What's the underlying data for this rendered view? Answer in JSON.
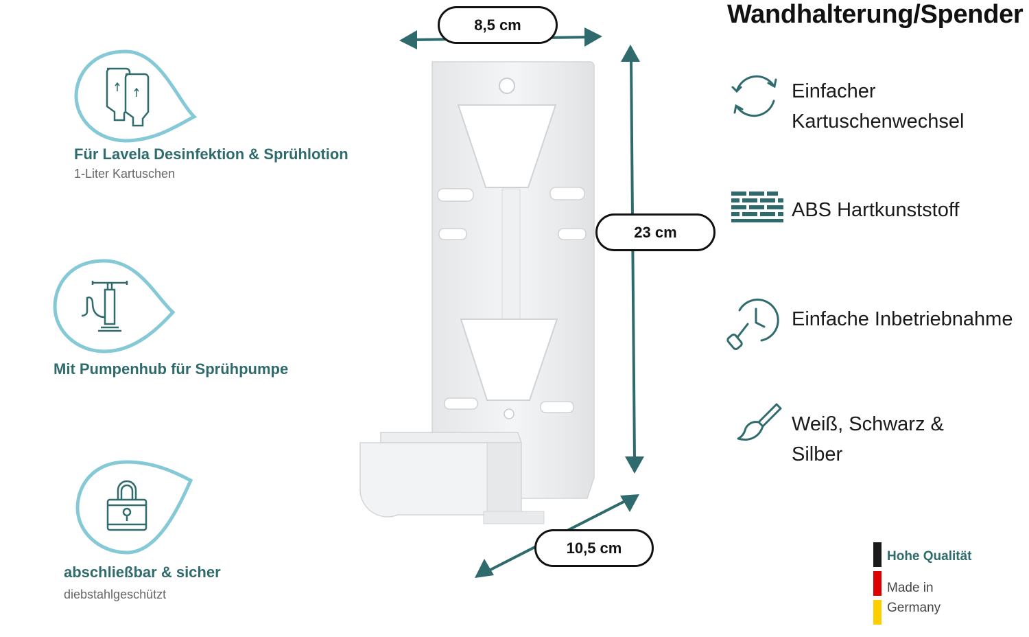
{
  "title": "Wandhalterung/Spender",
  "left_features": [
    {
      "title": "Für Lavela Desinfektion & Sprühlotion",
      "subtitle": "1-Liter Kartuschen",
      "icon": "cartridges-icon"
    },
    {
      "title": "Mit Pumpenhub für Sprühpumpe",
      "subtitle": "",
      "icon": "pump-icon"
    },
    {
      "title": "abschließbar & sicher",
      "subtitle": "diebstahlgeschützt",
      "icon": "padlock-icon"
    }
  ],
  "dimensions": {
    "width": "8,5 cm",
    "height": "23 cm",
    "depth": "10,5 cm"
  },
  "right_features": [
    {
      "line1": "Einfacher",
      "line2": "Kartuschenwechsel",
      "icon": "refresh-icon"
    },
    {
      "line1": "ABS Hartkunststoff",
      "line2": "",
      "icon": "brick-wall-icon"
    },
    {
      "line1": "Einfache Inbetriebnahme",
      "line2": "",
      "icon": "clock-screwdriver-icon"
    },
    {
      "line1": "Weiß, Schwarz &",
      "line2": "Silber",
      "icon": "paintbrush-icon"
    }
  ],
  "badge": {
    "quality": "Hohe Qualität",
    "made_line1": "Made in",
    "made_line2": "Germany"
  },
  "colors": {
    "teal": "#2f6b6d",
    "light_blue": "#86c9d6",
    "flag_black": "#1a1a1a",
    "flag_red": "#dd0000",
    "flag_gold": "#ffce00"
  }
}
